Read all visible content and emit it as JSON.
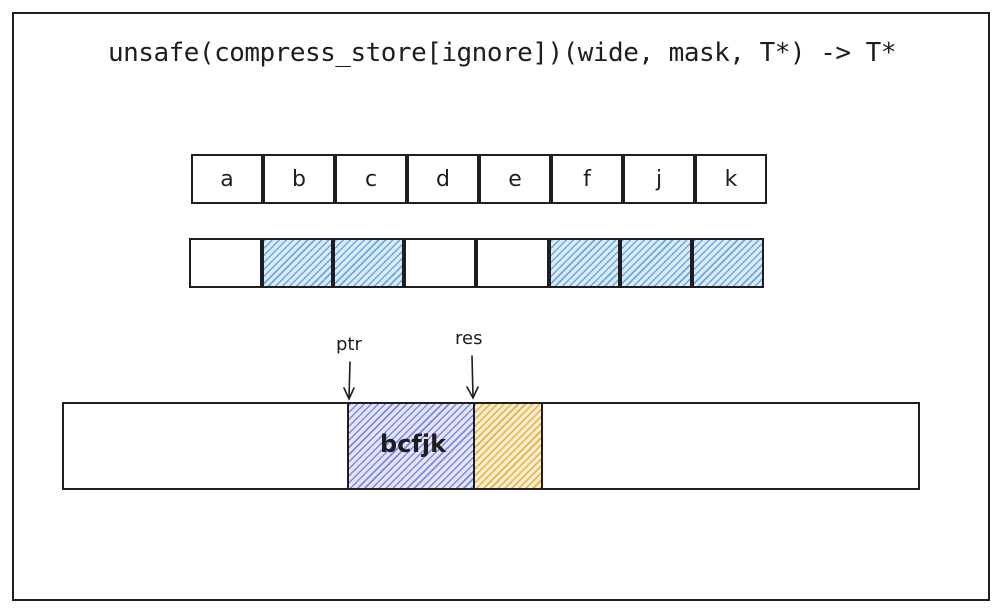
{
  "title": "unsafe(compress_store[ignore])(wide, mask, T*) -> T*",
  "values": [
    "a",
    "b",
    "c",
    "d",
    "e",
    "f",
    "j",
    "k"
  ],
  "mask": [
    false,
    true,
    true,
    false,
    false,
    true,
    true,
    true
  ],
  "result_label": "bcfjk",
  "pointers": {
    "ptr": "ptr",
    "res": "res"
  },
  "colors": {
    "mask_true": "#6aa9e0",
    "stored": "#7d86de",
    "next": "#e2b04a"
  }
}
